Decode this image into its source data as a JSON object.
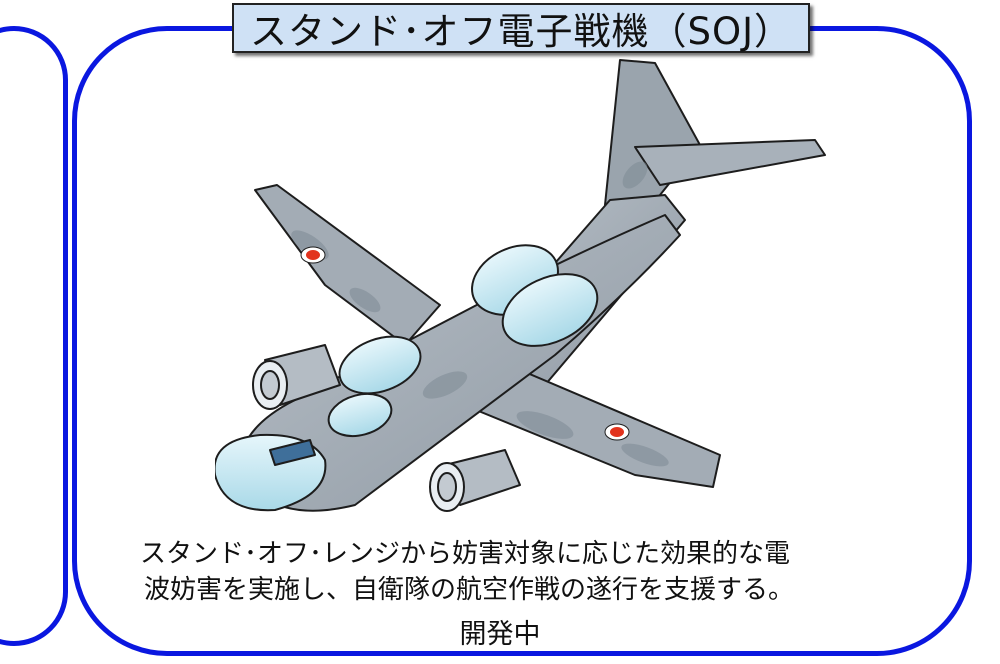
{
  "title": "スタンド･オフ電子戦機（SOJ）",
  "description": {
    "line1": "スタンド･オフ･レンジから妨害対象に応じた効果的な電",
    "line2": "波妨害を実施し、自衛隊の航空作戦の遂行を支援する。"
  },
  "status": "開発中",
  "colors": {
    "frame": "#0a17e0",
    "title_bg": "#cfe1f5",
    "fuselage": "#9aa4ad",
    "radome": "#bfe4ef",
    "roundel": "#e2331d"
  },
  "image": "stand-off-jammer-aircraft-illustration"
}
